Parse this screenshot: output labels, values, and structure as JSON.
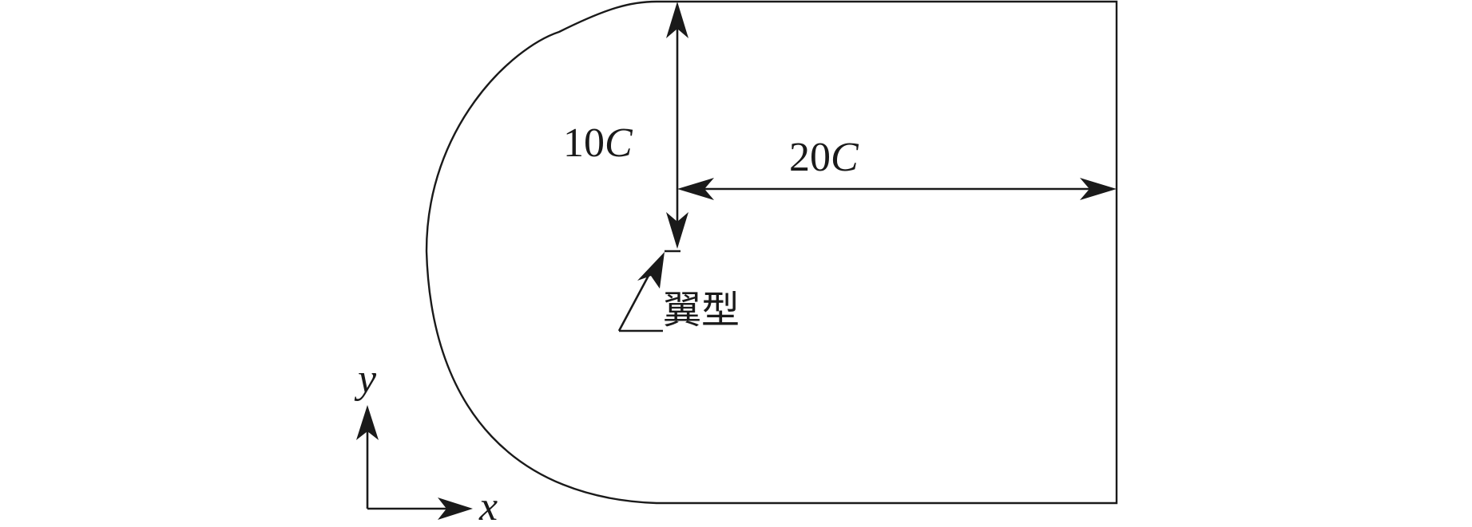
{
  "diagram": {
    "labels": {
      "height_number": "10",
      "height_unit": "C",
      "width_number": "20",
      "width_unit": "C",
      "airfoil": "翼型",
      "axis_x": "x",
      "axis_y": "y"
    }
  }
}
